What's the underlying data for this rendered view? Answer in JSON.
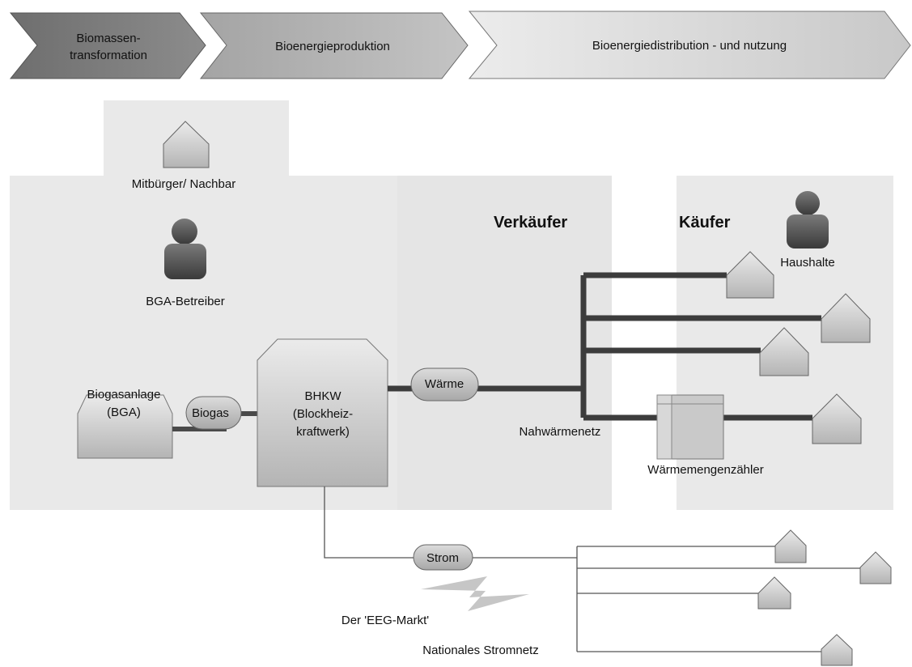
{
  "phases": [
    {
      "line1": "Biomassen-",
      "line2": "transformation"
    },
    {
      "label": "Bioenergieproduktion"
    },
    {
      "label": "Bioenergiedistribution - und nutzung"
    }
  ],
  "zones": {
    "seller": "Verkäufer",
    "buyer": "Käufer"
  },
  "actors": {
    "neighbor": "Mitbürger/ Nachbar",
    "operator": "BGA-Betreiber",
    "households": "Haushalte"
  },
  "plant": {
    "line1": "Biogasanlage",
    "line2": "(BGA)"
  },
  "chp": {
    "line1": "BHKW",
    "line2": "(Blockheiz-",
    "line3": "kraftwerk)"
  },
  "flows": {
    "biogas": "Biogas",
    "heat": "Wärme",
    "power": "Strom"
  },
  "networks": {
    "heat_grid": "Nahwärmenetz",
    "heat_meter": "Wärmemengenzähler",
    "eeg_market": "Der 'EEG-Markt'",
    "power_grid": "Nationales Stromnetz"
  }
}
